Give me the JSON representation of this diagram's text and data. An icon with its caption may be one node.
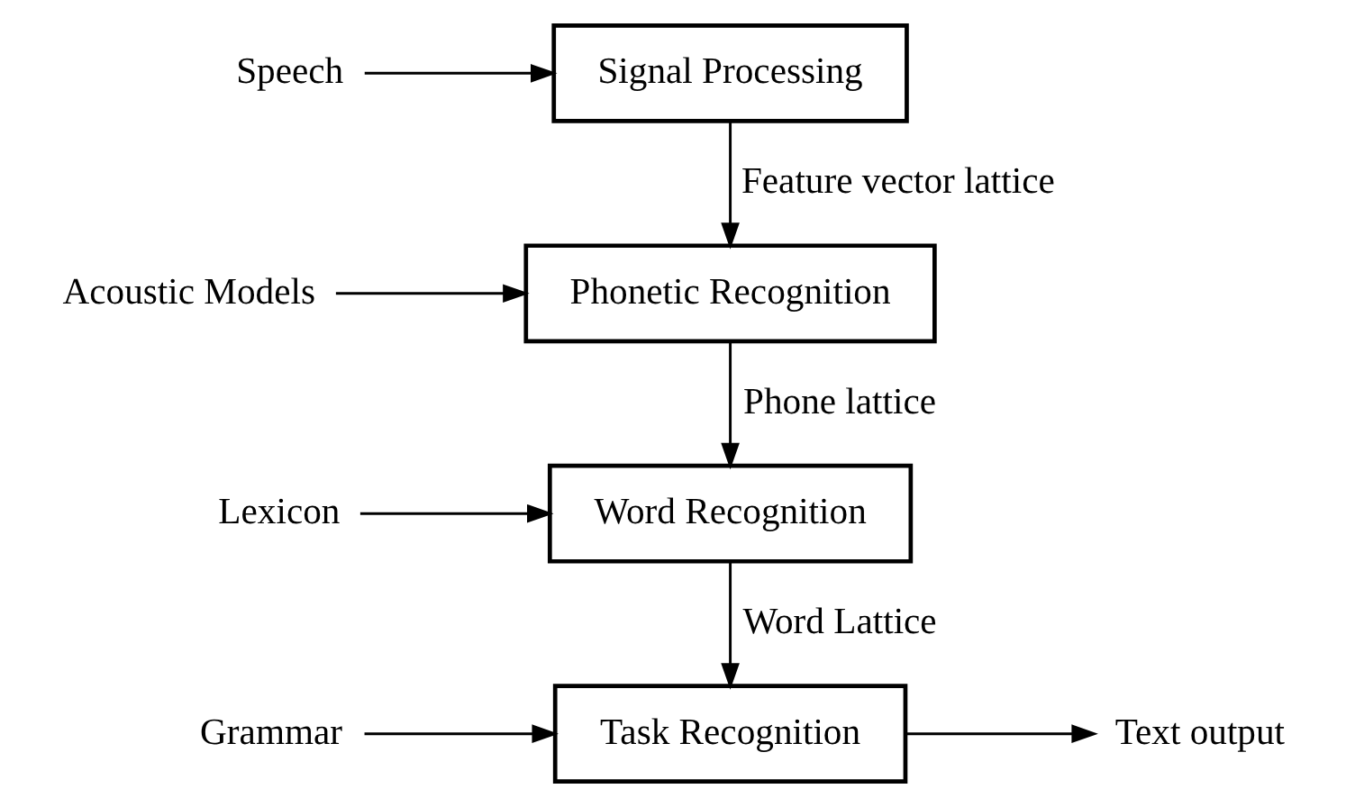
{
  "diagram": {
    "nodes": [
      {
        "text": [
          "Speech"
        ]
      },
      {
        "text": [
          "Signal Processing"
        ]
      },
      {
        "text": [
          "Acoustic Models"
        ]
      },
      {
        "text": [
          "Phonetic Recognition"
        ]
      },
      {
        "text": [
          "Lexicon"
        ]
      },
      {
        "text": [
          "Word Recognition"
        ]
      },
      {
        "text": [
          "Grammar"
        ]
      },
      {
        "text": [
          "Task Recognition"
        ]
      },
      {
        "text": [
          "Text output"
        ]
      }
    ],
    "edges": [
      {
        "from": 0,
        "to": 1,
        "arrow": "to"
      },
      {
        "from": 1,
        "to": 3,
        "arrow": "to",
        "label": "Feature vector lattice"
      },
      {
        "from": 2,
        "to": 3,
        "arrow": "to"
      },
      {
        "from": 3,
        "to": 5,
        "arrow": "to",
        "label": "Phone lattice"
      },
      {
        "from": 4,
        "to": 5,
        "arrow": "to"
      },
      {
        "from": 5,
        "to": 7,
        "arrow": "to",
        "label": "Word Lattice"
      },
      {
        "from": 6,
        "to": 7,
        "arrow": "to"
      },
      {
        "from": 7,
        "to": 8,
        "arrow": "to"
      }
    ]
  }
}
